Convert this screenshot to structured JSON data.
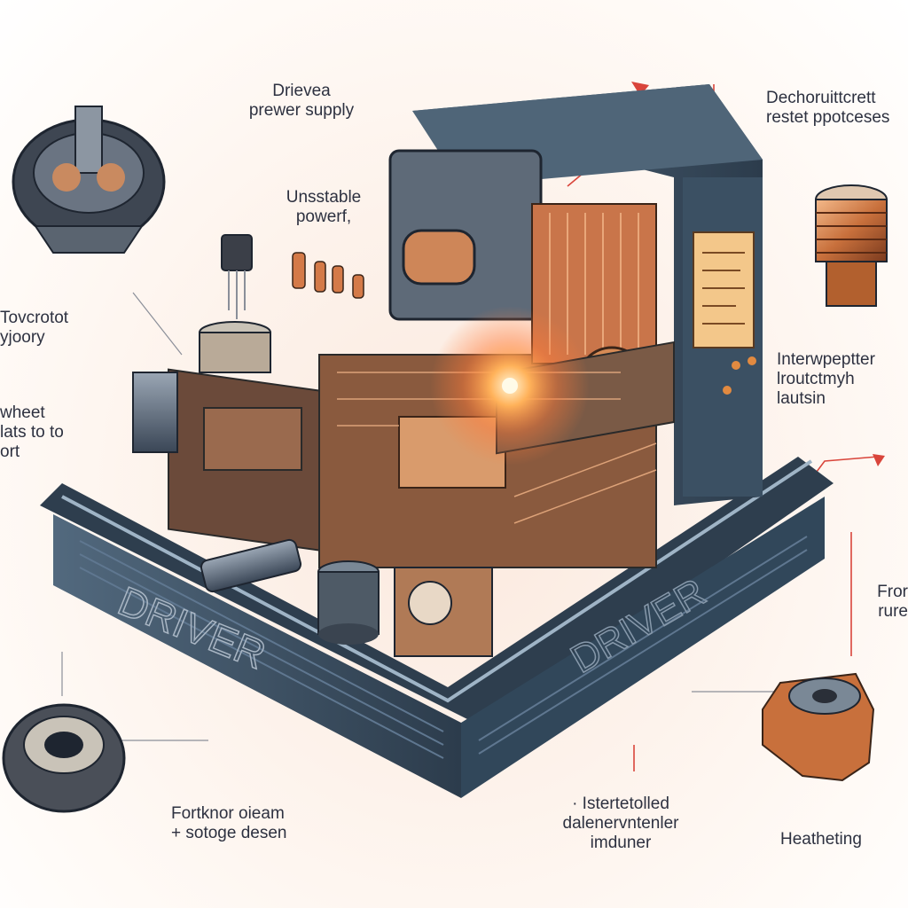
{
  "labels": {
    "driver_power": "Drievea\nprewer supply",
    "unstable_power": "Unsstable\npowerf,",
    "decho_reset": "Dechoruittcrett\nrestet ppotceses",
    "overprotect": "Tovcrotot\nyjoory",
    "wheet_lats": "wheet\nlats to to\nort",
    "interrupted": "Interwpeptter\nlroutctmyh\nlautsin",
    "fron_rure": "Fror\nrure",
    "fortunor_design": "Fortknor oieam\n+ sotoge desen",
    "intertrolled": "· Istertetolled\ndalenervntenler\nimduner",
    "heatheting": "Heatheting"
  },
  "box_text": "DRIVER",
  "colors": {
    "housing": "#3d5366",
    "housing_dark": "#243341",
    "glow": "#ff8a3c",
    "leader": "#d9453b",
    "copper": "#c8703c"
  }
}
